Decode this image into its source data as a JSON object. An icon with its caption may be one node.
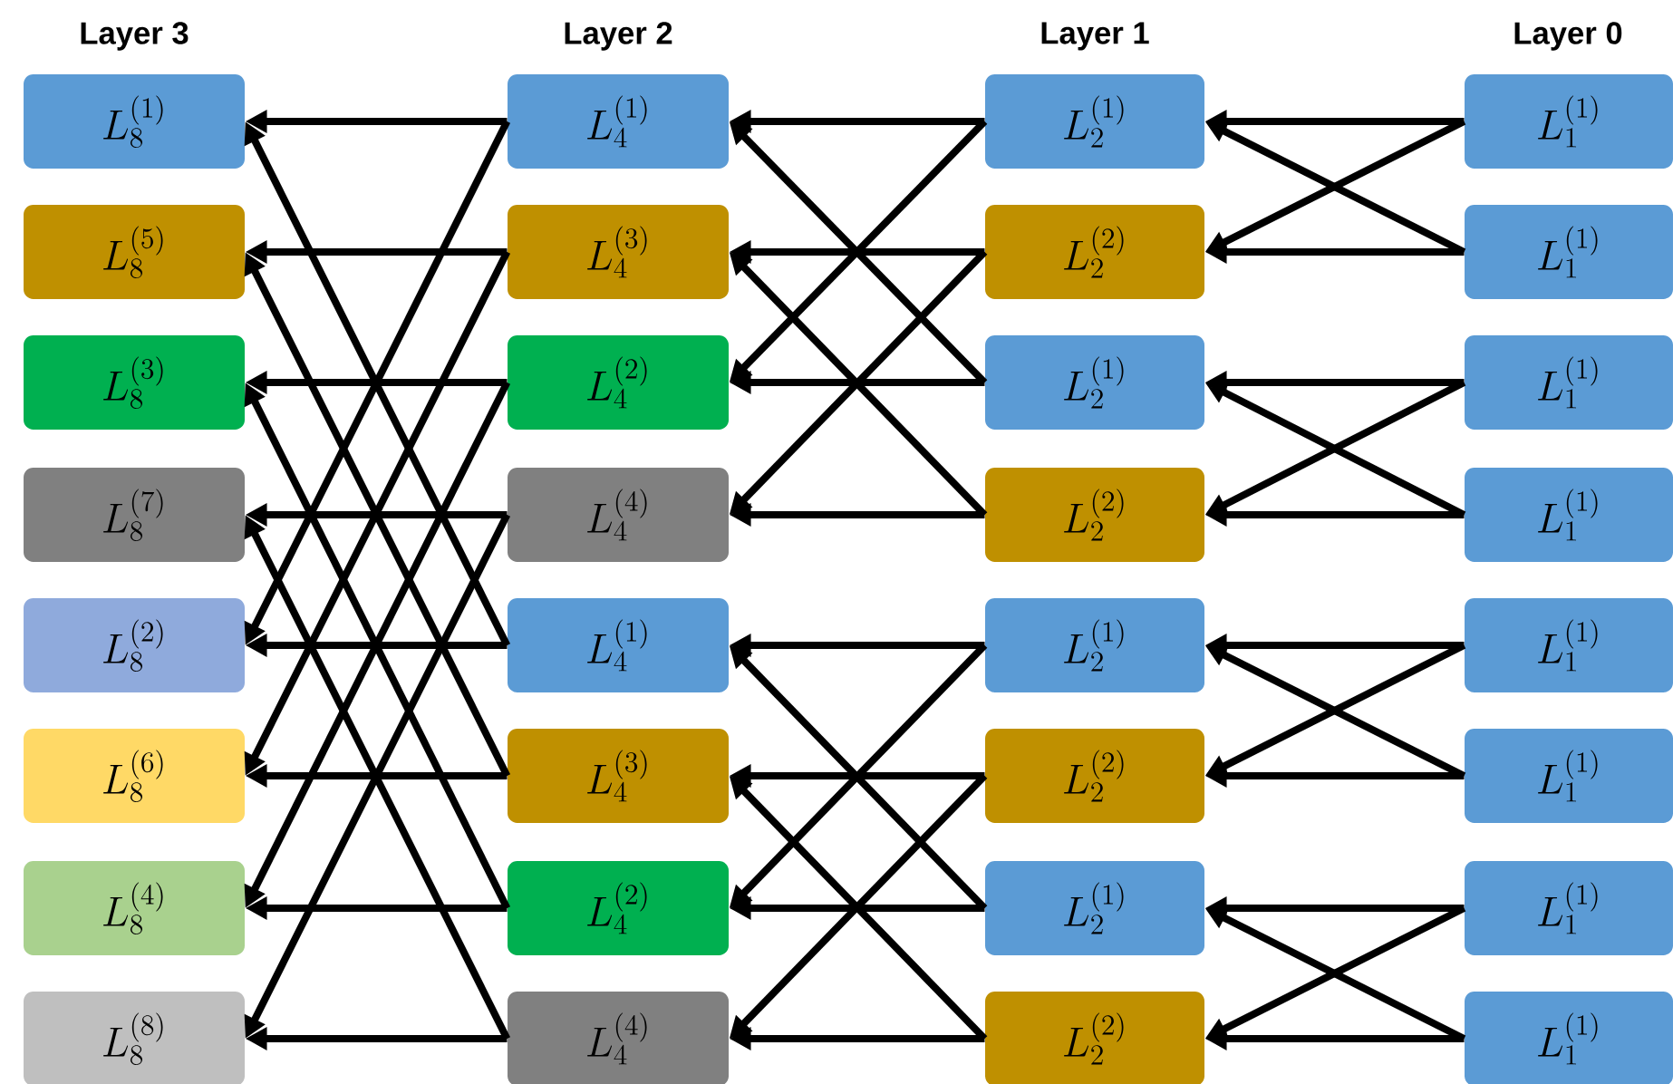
{
  "diagram": {
    "nodes": [
      {
        "text": [
          "L_8^{(1)}"
        ]
      },
      {
        "text": [
          "L_8^{(5)}"
        ]
      },
      {
        "text": [
          "L_8^{(3)}"
        ]
      },
      {
        "text": [
          "L_8^{(7)}"
        ]
      },
      {
        "text": [
          "L_8^{(2)}"
        ]
      },
      {
        "text": [
          "L_8^{(6)}"
        ]
      },
      {
        "text": [
          "L_8^{(4)}"
        ]
      },
      {
        "text": [
          "L_8^{(8)}"
        ]
      },
      {
        "text": [
          "L_4^{(1)}"
        ]
      },
      {
        "text": [
          "L_4^{(3)}"
        ]
      },
      {
        "text": [
          "L_4^{(2)}"
        ]
      },
      {
        "text": [
          "L_4^{(4)}"
        ]
      },
      {
        "text": [
          "L_4^{(1)}"
        ]
      },
      {
        "text": [
          "L_4^{(3)}"
        ]
      },
      {
        "text": [
          "L_4^{(2)}"
        ]
      },
      {
        "text": [
          "L_4^{(4)}"
        ]
      },
      {
        "text": [
          "L_2^{(1)}"
        ]
      },
      {
        "text": [
          "L_2^{(2)}"
        ]
      },
      {
        "text": [
          "L_2^{(1)}"
        ]
      },
      {
        "text": [
          "L_2^{(2)}"
        ]
      },
      {
        "text": [
          "L_2^{(1)}"
        ]
      },
      {
        "text": [
          "L_2^{(2)}"
        ]
      },
      {
        "text": [
          "L_2^{(1)}"
        ]
      },
      {
        "text": [
          "L_2^{(2)}"
        ]
      },
      {
        "text": [
          "L_1^{(1)}"
        ]
      },
      {
        "text": [
          "L_1^{(1)}"
        ]
      },
      {
        "text": [
          "L_1^{(1)}"
        ]
      },
      {
        "text": [
          "L_1^{(1)}"
        ]
      },
      {
        "text": [
          "L_1^{(1)}"
        ]
      },
      {
        "text": [
          "L_1^{(1)}"
        ]
      },
      {
        "text": [
          "L_1^{(1)}"
        ]
      },
      {
        "text": [
          "L_1^{(1)}"
        ]
      }
    ],
    "edges": [
      {
        "from": 24,
        "to": 16,
        "arrow": "to"
      },
      {
        "from": 24,
        "to": 17,
        "arrow": "to"
      },
      {
        "from": 25,
        "to": 17,
        "arrow": "to"
      },
      {
        "from": 25,
        "to": 16,
        "arrow": "to"
      },
      {
        "from": 26,
        "to": 18,
        "arrow": "to"
      },
      {
        "from": 26,
        "to": 19,
        "arrow": "to"
      },
      {
        "from": 27,
        "to": 19,
        "arrow": "to"
      },
      {
        "from": 27,
        "to": 18,
        "arrow": "to"
      },
      {
        "from": 28,
        "to": 20,
        "arrow": "to"
      },
      {
        "from": 28,
        "to": 21,
        "arrow": "to"
      },
      {
        "from": 29,
        "to": 21,
        "arrow": "to"
      },
      {
        "from": 29,
        "to": 20,
        "arrow": "to"
      },
      {
        "from": 30,
        "to": 22,
        "arrow": "to"
      },
      {
        "from": 30,
        "to": 23,
        "arrow": "to"
      },
      {
        "from": 31,
        "to": 23,
        "arrow": "to"
      },
      {
        "from": 31,
        "to": 22,
        "arrow": "to"
      },
      {
        "from": 16,
        "to": 8,
        "arrow": "to"
      },
      {
        "from": 16,
        "to": 10,
        "arrow": "to"
      },
      {
        "from": 17,
        "to": 9,
        "arrow": "to"
      },
      {
        "from": 17,
        "to": 11,
        "arrow": "to"
      },
      {
        "from": 18,
        "to": 10,
        "arrow": "to"
      },
      {
        "from": 18,
        "to": 8,
        "arrow": "to"
      },
      {
        "from": 19,
        "to": 11,
        "arrow": "to"
      },
      {
        "from": 19,
        "to": 9,
        "arrow": "to"
      },
      {
        "from": 20,
        "to": 12,
        "arrow": "to"
      },
      {
        "from": 20,
        "to": 14,
        "arrow": "to"
      },
      {
        "from": 21,
        "to": 13,
        "arrow": "to"
      },
      {
        "from": 21,
        "to": 15,
        "arrow": "to"
      },
      {
        "from": 22,
        "to": 14,
        "arrow": "to"
      },
      {
        "from": 22,
        "to": 12,
        "arrow": "to"
      },
      {
        "from": 23,
        "to": 15,
        "arrow": "to"
      },
      {
        "from": 23,
        "to": 13,
        "arrow": "to"
      },
      {
        "from": 8,
        "to": 0,
        "arrow": "to"
      },
      {
        "from": 8,
        "to": 4,
        "arrow": "to"
      },
      {
        "from": 9,
        "to": 1,
        "arrow": "to"
      },
      {
        "from": 9,
        "to": 5,
        "arrow": "to"
      },
      {
        "from": 10,
        "to": 2,
        "arrow": "to"
      },
      {
        "from": 10,
        "to": 6,
        "arrow": "to"
      },
      {
        "from": 11,
        "to": 3,
        "arrow": "to"
      },
      {
        "from": 11,
        "to": 7,
        "arrow": "to"
      },
      {
        "from": 12,
        "to": 4,
        "arrow": "to"
      },
      {
        "from": 12,
        "to": 0,
        "arrow": "to"
      },
      {
        "from": 13,
        "to": 5,
        "arrow": "to"
      },
      {
        "from": 13,
        "to": 1,
        "arrow": "to"
      },
      {
        "from": 14,
        "to": 6,
        "arrow": "to"
      },
      {
        "from": 14,
        "to": 2,
        "arrow": "to"
      },
      {
        "from": 15,
        "to": 7,
        "arrow": "to"
      },
      {
        "from": 15,
        "to": 3,
        "arrow": "to"
      }
    ],
    "labels": [
      "Layer 3",
      "Layer 2",
      "Layer 1",
      "Layer 0"
    ]
  }
}
